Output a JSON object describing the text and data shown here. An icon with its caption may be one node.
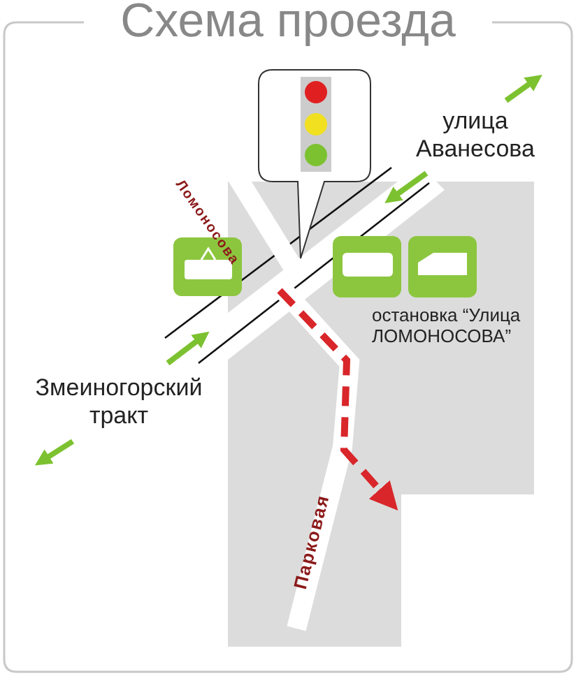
{
  "diagram": {
    "title": "Схема проезда",
    "labels": [
      "улица Аванесова",
      "Ломоносова",
      "остановка “Улица ЛОМОНОСОВА”",
      "Змеиногорский тракт",
      "Парковая"
    ]
  }
}
